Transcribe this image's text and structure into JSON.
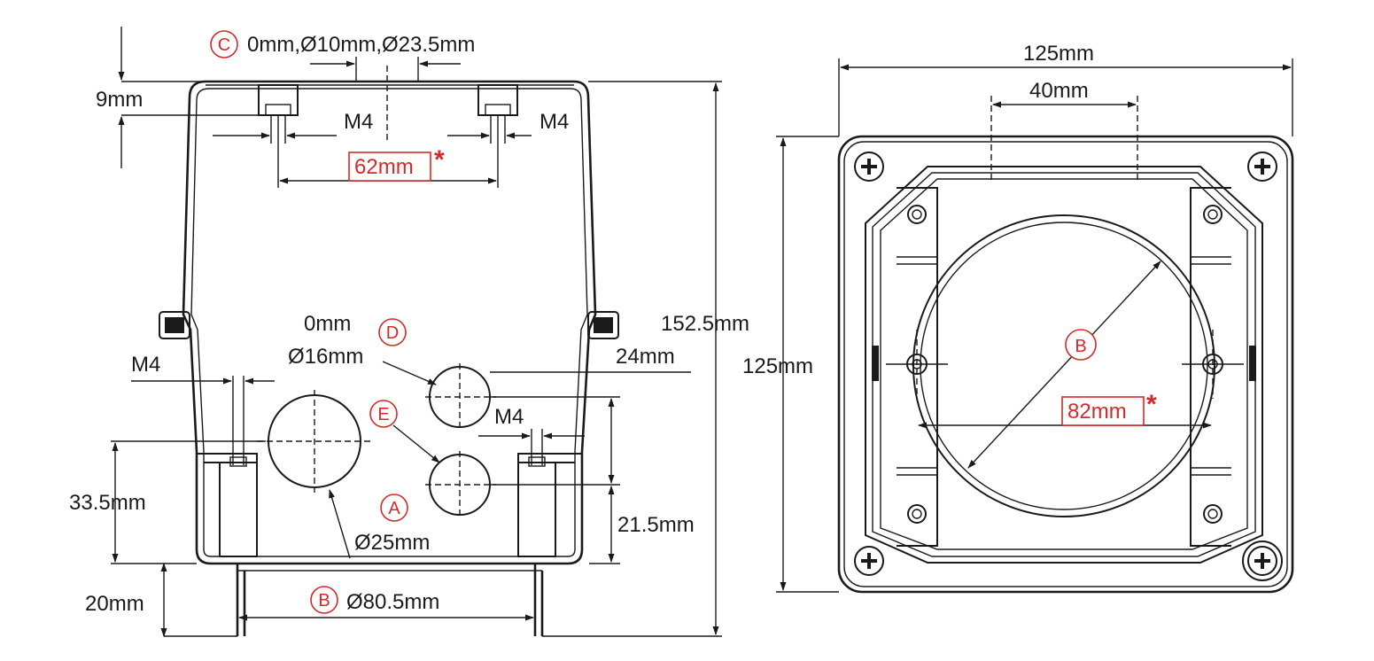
{
  "colors": {
    "line": "#1a1a1a",
    "accent": "#d42a2a",
    "background": "#ffffff"
  },
  "markers": {
    "a": "A",
    "b": "B",
    "c": "C",
    "d": "D",
    "e": "E"
  },
  "side_view": {
    "top_holes": "0mm,Ø10mm,Ø23.5mm",
    "top_offset": "9mm",
    "thread_left": "M4",
    "thread_right": "M4",
    "boss_spacing": "62mm",
    "asterisk": "*",
    "d_offset": "0mm",
    "d_diameter": "Ø16mm",
    "side_thread": "M4",
    "right_offset": "24mm",
    "e_thread": "M4",
    "a_height": "33.5mm",
    "a_diameter": "Ø25mm",
    "e_height": "21.5mm",
    "total_height": "152.5mm",
    "spigot_height": "20mm",
    "b_diameter": "Ø80.5mm"
  },
  "top_view": {
    "width": "125mm",
    "slot_spacing": "40mm",
    "height": "125mm",
    "hole_spacing": "82mm",
    "asterisk": "*"
  }
}
